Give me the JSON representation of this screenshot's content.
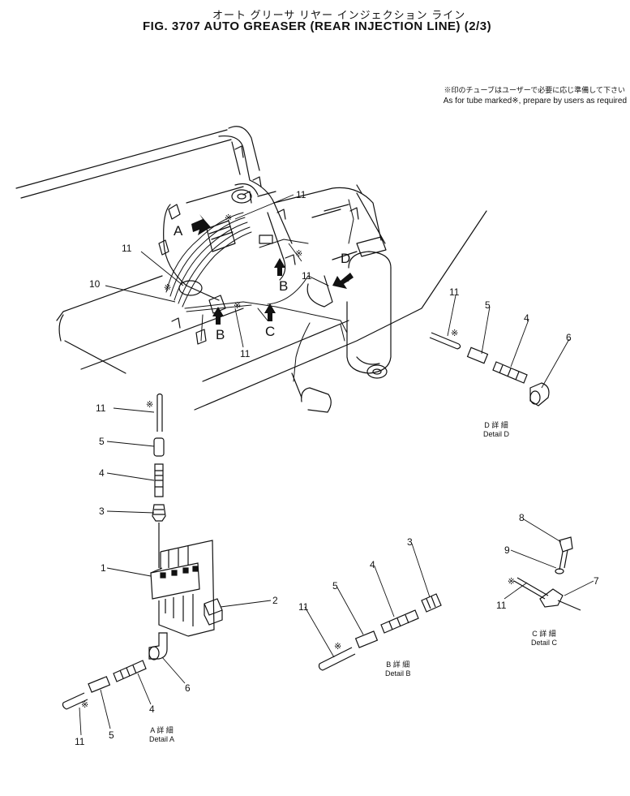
{
  "header": {
    "title_jp": "オート グリーサ リヤー インジェクション ライン",
    "title": "FIG. 3707  AUTO GREASER (REAR INJECTION LINE) (2/3)"
  },
  "note": {
    "jp": "※印のチューブはユーザーで必要に応じ準備して下さい",
    "en": "As for tube marked※, prepare by users as required"
  },
  "views": {
    "A": "A",
    "B": "B",
    "C": "C",
    "D": "D"
  },
  "details": {
    "A": {
      "jp": "A 詳 細",
      "en": "Detail A"
    },
    "B": {
      "jp": "B 詳 細",
      "en": "Detail B"
    },
    "C": {
      "jp": "C 詳 細",
      "en": "Detail C"
    },
    "D": {
      "jp": "D 詳 細",
      "en": "Detail D"
    }
  },
  "callouts": {
    "n1": "1",
    "n2": "2",
    "n3": "3",
    "n4": "4",
    "n5": "5",
    "n6": "6",
    "n7": "7",
    "n8": "8",
    "n9": "9",
    "n10": "10",
    "n11": "11",
    "mark": "※"
  }
}
